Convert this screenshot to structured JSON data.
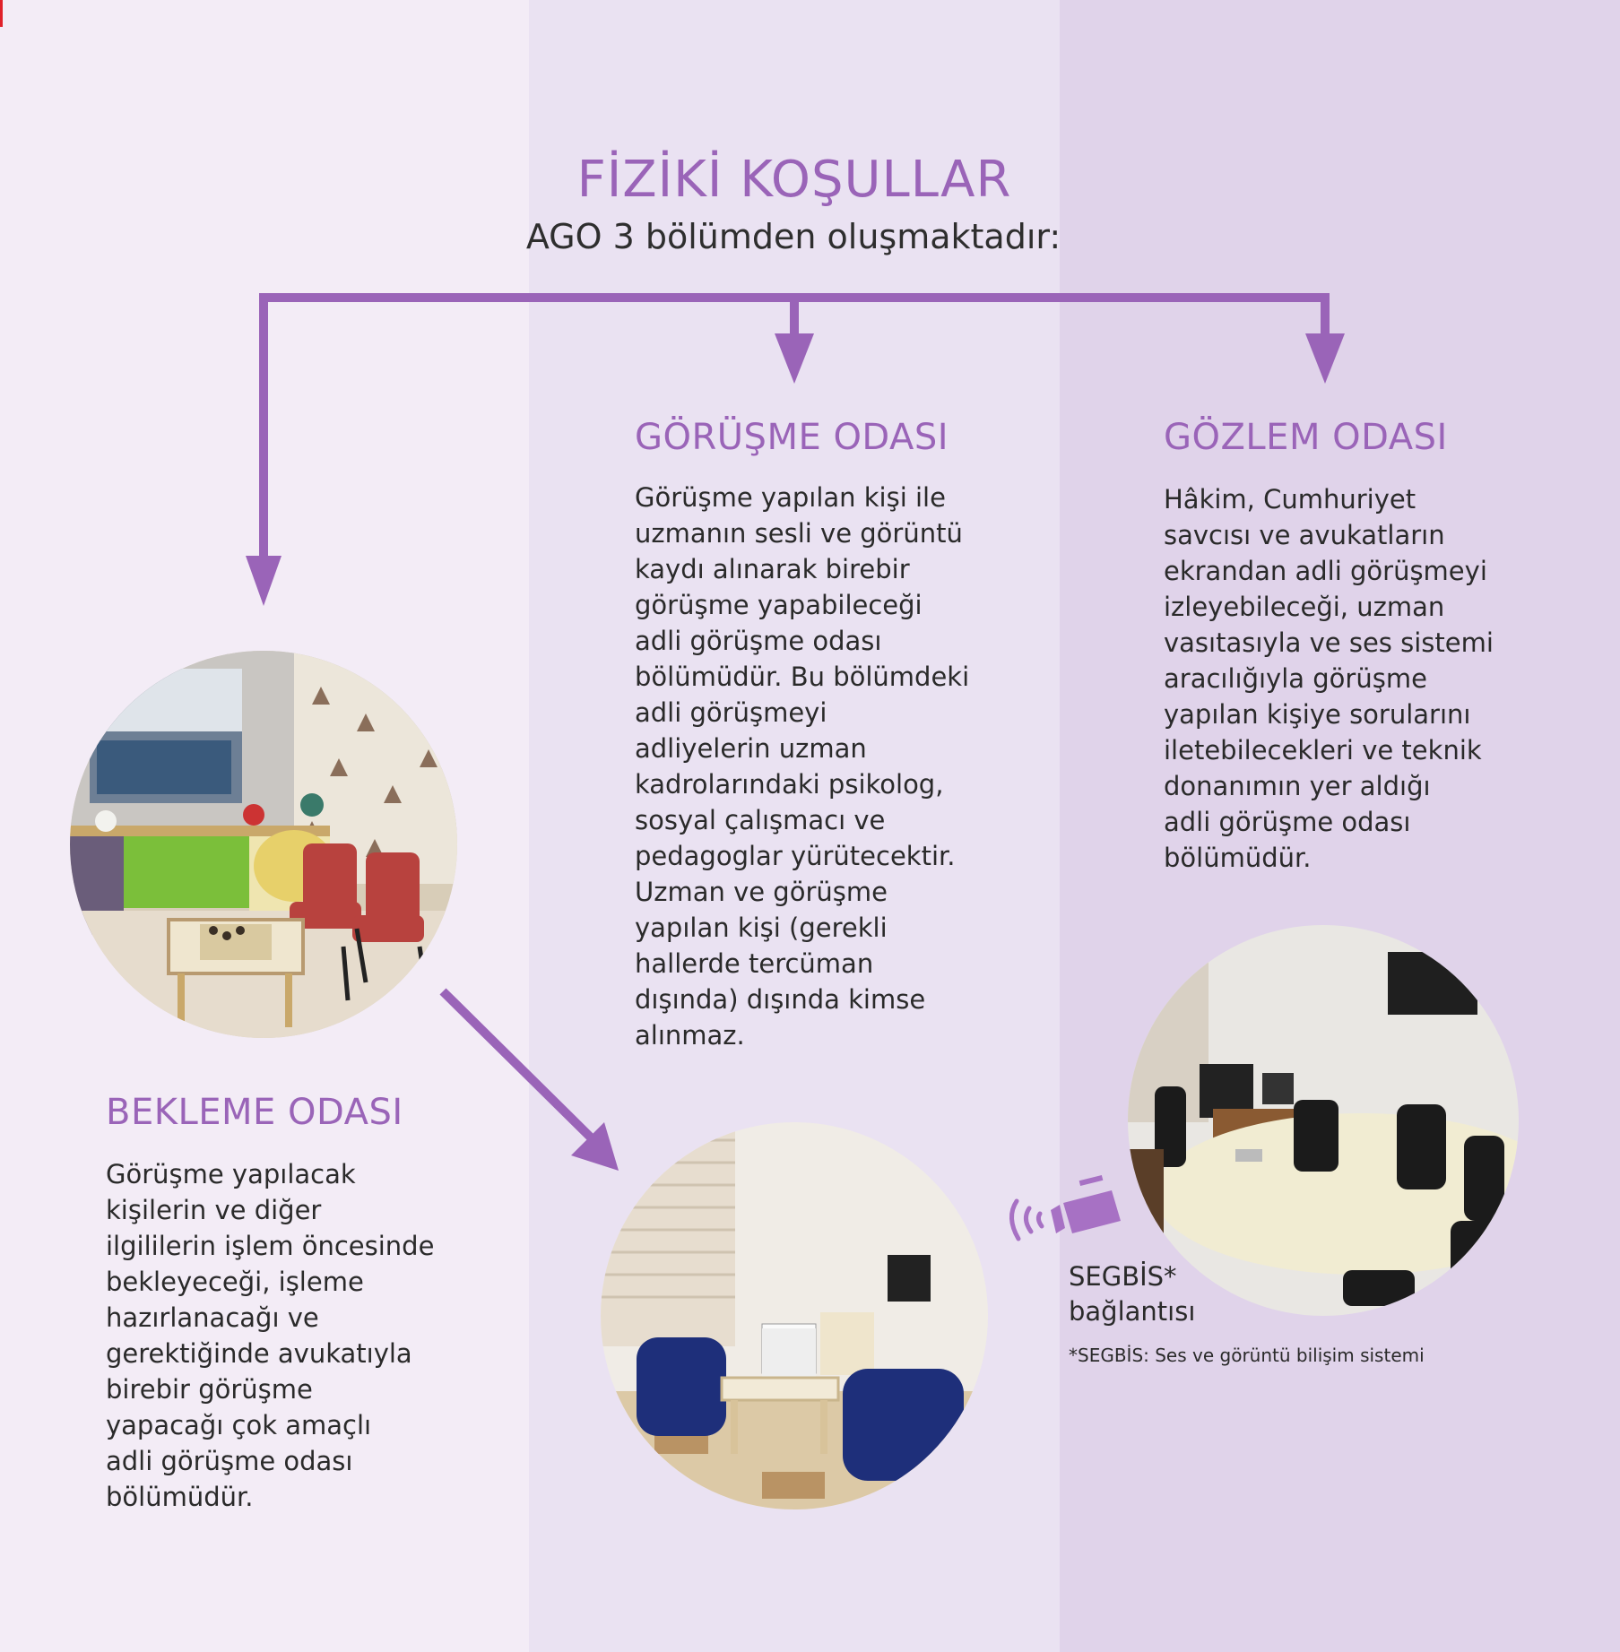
{
  "header": {
    "title": "FİZİKİ KOŞULLAR",
    "subtitle": "AGO 3 bölümden oluşmaktadır:"
  },
  "sections": {
    "gorusme": {
      "title": "GÖRÜŞME ODASI",
      "lines": [
        "Görüşme yapılan kişi ile",
        "uzmanın sesli ve görüntü",
        "kaydı alınarak birebir",
        "görüşme yapabileceği",
        "adli görüşme odası",
        "bölümüdür. Bu bölümdeki",
        "adli görüşmeyi",
        "adliyelerin uzman",
        "kadrolarındaki psikolog,",
        "sosyal çalışmacı ve",
        "pedagoglar yürütecektir.",
        "Uzman ve görüşme",
        "yapılan kişi (gerekli",
        "hallerde tercüman",
        "dışında) dışında kimse",
        "alınmaz."
      ]
    },
    "gozlem": {
      "title": "GÖZLEM ODASI",
      "lines": [
        "Hâkim, Cumhuriyet",
        "savcısı ve avukatların",
        "ekrandan adli görüşmeyi",
        "izleyebileceği, uzman",
        "vasıtasıyla ve ses sistemi",
        "aracılığıyla görüşme",
        "yapılan kişiye sorularını",
        "iletebilecekleri ve teknik",
        "donanımın yer aldığı",
        "adli görüşme odası",
        "bölümüdür."
      ]
    },
    "bekleme": {
      "title": "BEKLEME ODASI",
      "lines": [
        "Görüşme yapılacak",
        "kişilerin ve diğer",
        "ilgililerin işlem öncesinde",
        "bekleyeceği, işleme",
        "hazırlanacağı ve",
        "gerektiğinde avukatıyla",
        "birebir görüşme",
        "yapacağı çok amaçlı",
        "adli görüşme odası",
        "bölümüdür."
      ]
    }
  },
  "segbis": {
    "label_line1": "SEGBİS*",
    "label_line2": "bağlantısı",
    "footnote": "*SEGBİS: Ses ve görüntü bilişim sistemi"
  },
  "colors": {
    "accent": "#9a64b8",
    "col1_bg": "#f3ecf6",
    "col2_bg": "#eae2f2",
    "col3_bg": "#e0d3ea"
  }
}
